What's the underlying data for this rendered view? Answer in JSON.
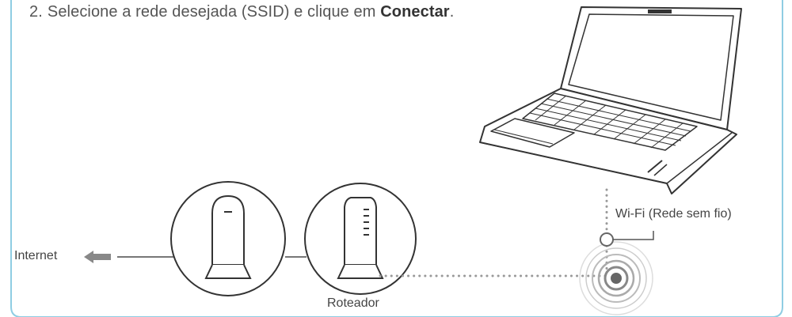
{
  "instruction": {
    "number": "2.",
    "text_before": "Selecione a rede desejada (SSID) e clique em",
    "bold_word": "Conectar",
    "text_after": "."
  },
  "labels": {
    "internet": "Internet",
    "router": "Roteador",
    "wifi": "Wi-Fi (Rede sem fio)"
  },
  "colors": {
    "frame": "#8fcde3",
    "line": "#777777",
    "ink": "#333333",
    "dots": "#999999",
    "waves": "#bbbbbb"
  }
}
